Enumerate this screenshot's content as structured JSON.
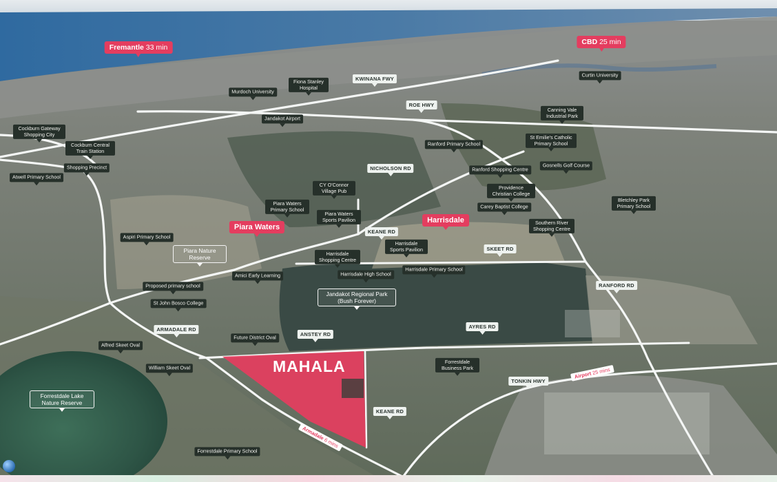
{
  "colors": {
    "accent": "#e43d5f",
    "road": "#f4f6f5",
    "poi_bg": "#26302a",
    "ocean": "#3f6d9b",
    "bush": "#3a4a45",
    "suburb": "#8a8c7f"
  },
  "development": {
    "name": "MAHALA"
  },
  "destinations": [
    {
      "name": "Fremantle",
      "time": "33 min"
    },
    {
      "name": "CBD",
      "time": "25 min"
    }
  ],
  "suburbs": [
    "Piara Waters",
    "Harrisdale"
  ],
  "drive_times": [
    {
      "name": "Airport",
      "time": "25 mins"
    },
    {
      "name": "Armadale",
      "time": "6 mins"
    }
  ],
  "roads": [
    "KWINANA FWY",
    "ROE HWY",
    "NICHOLSON RD",
    "KEANE RD",
    "SKEET RD",
    "RANFORD RD",
    "ARMADALE RD",
    "ANSTEY RD",
    "AYRES RD",
    "TONKIN HWY",
    "KEANE RD"
  ],
  "reserves": [
    "Piara Nature Reserve",
    "Jandakot Regional Park (Bush Forever)",
    "Forrestdale Lake Nature Reserve"
  ],
  "pois": [
    "Murdoch University",
    "Fiona Stanley Hospital",
    "Curtin University",
    "Jandakot Airport",
    "Canning Vale Industrial Park",
    "Cockburn Gateway Shopping City",
    "Cockburn Central Train Station",
    "Shopping Precinct",
    "Atwell Primary School",
    "St Emilie's Catholic Primary School",
    "Ranford Primary School",
    "Ranford Shopping Centre",
    "Gosnells Golf Course",
    "CY O'Connor Village Pub",
    "Providence Christian College",
    "Piara Waters Primary School",
    "Carey Baptist College",
    "Bletchley Park Primary School",
    "Piara Waters Sports Pavilion",
    "Southern River Shopping Centre",
    "Aspiri Primary School",
    "Harrisdale Sports Pavilion",
    "Harrisdale Shopping Centre",
    "Harrisdale Primary School",
    "Amici Early Learning",
    "Harrisdale High School",
    "Proposed primary school",
    "St John Bosco College",
    "Future District Oval",
    "Alfred Skeet Oval",
    "William Skeet Oval",
    "Forrestdale Business Park",
    "Forrestdale Primary School"
  ]
}
